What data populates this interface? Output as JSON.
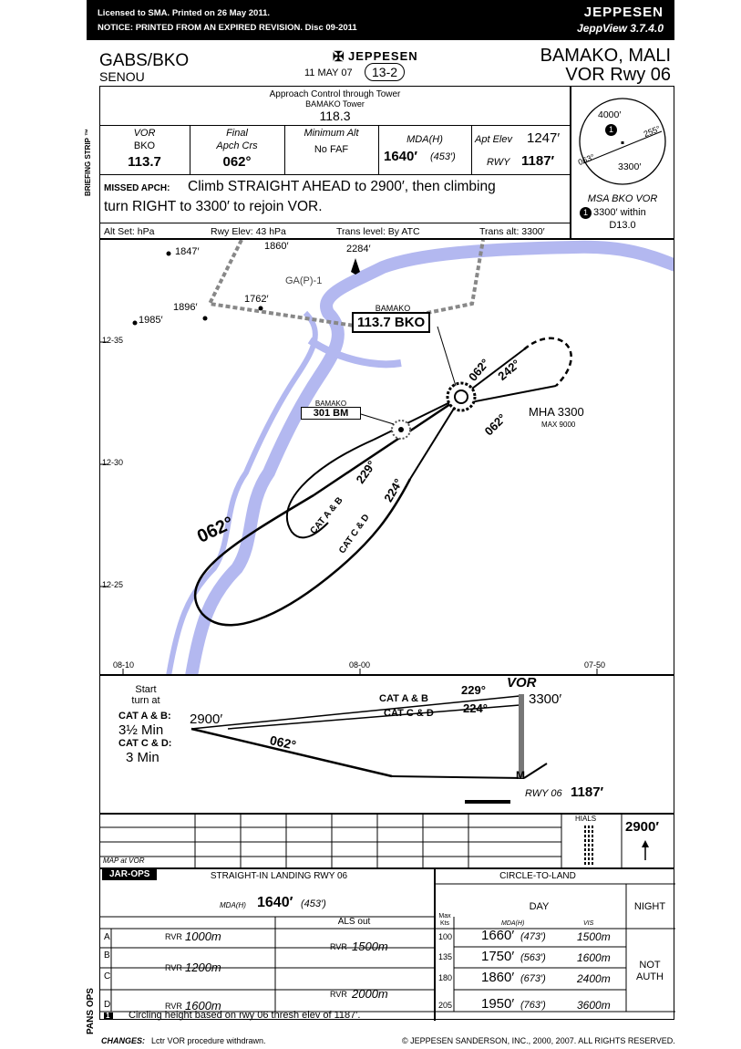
{
  "license": {
    "line1": "Licensed to SMA.  Printed on 26 May 2011.",
    "line2": "NOTICE: PRINTED FROM AN EXPIRED REVISION.  Disc 09-2011",
    "brand": "JEPPESEN",
    "version": "JeppView 3.7.4.0"
  },
  "header": {
    "icao": "GABS/BKO",
    "airport": "SENOU",
    "jepp": "JEPPESEN",
    "date": "11 MAY 07",
    "chart_no": "13-2",
    "city": "BAMAKO, MALI",
    "procedure": "VOR Rwy 06"
  },
  "briefing": {
    "side_label": "BRIEFING STRIP ™",
    "comm_l1": "Approach Control through Tower",
    "comm_l2": "BAMAKO Tower",
    "comm_freq": "118.3",
    "vor_label": "VOR",
    "vor_id": "BKO",
    "vor_freq": "113.7",
    "final_label1": "Final",
    "final_label2": "Apch Crs",
    "final_crs": "062°",
    "minalt_label": "Minimum Alt",
    "minalt": "No FAF",
    "mda_label": "MDA(H)",
    "mda": "1640′",
    "mda_h": "(453′)",
    "aptelev_label": "Apt Elev",
    "aptelev": "1247′",
    "rwy_label": "RWY",
    "rwy_elev": "1187′",
    "missed_label": "MISSED APCH:",
    "missed_l1": "Climb STRAIGHT AHEAD to 2900′, then climbing",
    "missed_l2": "turn RIGHT to 3300′ to rejoin VOR.",
    "altset": "Alt Set: hPa",
    "rwyelev": "Rwy Elev: 43 hPa",
    "translevel": "Trans level: By ATC",
    "transalt": "Trans alt: 3300′"
  },
  "msa": {
    "alt_top": "4000′",
    "alt_bottom": "3300′",
    "brg1": "255°",
    "brg2": "063°",
    "sector_no": "1",
    "title": "MSA BKO VOR",
    "note": "3300′ within",
    "dist": "D13.0"
  },
  "plan": {
    "lat1": "12-35",
    "lat2": "12-30",
    "lat3": "12-25",
    "lon1": "08-10",
    "lon2": "08-00",
    "lon3": "07-50",
    "obs1": "1847′",
    "obs2": "1860′",
    "obs3": "2284′",
    "obs4": "1762′",
    "obs5": "1896′",
    "obs6": "1985′",
    "airspace": "GA(P)-1",
    "vor_name": "BAMAKO",
    "vor_box": "113.7 BKO",
    "ndb_name": "BAMAKO",
    "ndb_box": "301 BM",
    "hold_in": "242°",
    "hold_out": "062°",
    "hold_leg": "062°",
    "mha": "MHA 3300",
    "max": "MAX 9000",
    "crs_ab": "229°",
    "crs_cd": "224°",
    "cat_ab": "CAT A & B",
    "cat_cd": "CAT C & D",
    "final_big": "062°"
  },
  "profile": {
    "start1": "Start",
    "start2": "turn at",
    "catab": "CAT A & B:",
    "catab_min": "3½ Min",
    "catcd": "CAT C & D:",
    "catcd_min": "3 Min",
    "alt2900": "2900′",
    "alt3300": "3300′",
    "vor": "VOR",
    "cat_ab": "CAT A & B",
    "cat_cd": "CAT C & D",
    "crs_ab": "229°",
    "crs_cd": "224°",
    "crs_final": "062°",
    "m": "M",
    "rwy_label": "RWY 06",
    "rwy_elev": "1187′"
  },
  "conversion": {
    "map_label": "MAP at VOR",
    "hials": "HIALS",
    "missed_alt": "2900′"
  },
  "minimums": {
    "jar": "JAR-OPS",
    "straight_title": "STRAIGHT-IN LANDING RWY 06",
    "mda_label": "MDA(H)",
    "mda": "1640′",
    "mda_h": "(453′)",
    "als_out": "ALS out",
    "circle_title": "CIRCLE-TO-LAND",
    "day": "DAY",
    "night": "NIGHT",
    "max_kts": "Max Kts",
    "mdah_col": "MDA(H)",
    "vis_col": "VIS",
    "not_auth1": "NOT",
    "not_auth2": "AUTH",
    "side": "PANS OPS",
    "rows": [
      {
        "cat": "A",
        "rvr": "1000m",
        "kts": "100",
        "mda": "1660′",
        "h": "(473′)",
        "vis": "1500m"
      },
      {
        "cat": "B",
        "rvr": "1200m",
        "kts": "135",
        "mda": "1750′",
        "h": "(563′)",
        "vis": "1600m"
      },
      {
        "cat": "C",
        "rvr": "",
        "kts": "180",
        "mda": "1860′",
        "h": "(673′)",
        "vis": "2400m"
      },
      {
        "cat": "D",
        "rvr": "1600m",
        "kts": "205",
        "mda": "1950′",
        "h": "(763′)",
        "vis": "3600m"
      }
    ],
    "rvr_prefix": "RVR",
    "als_ab": "1500m",
    "als_cd": "2000m",
    "note_no": "1",
    "note": "Circling height based on rwy 06 thresh elev of 1187′."
  },
  "footer": {
    "changes_label": "CHANGES:",
    "changes": "Lctr VOR procedure withdrawn.",
    "copyright": "© JEPPESEN SANDERSON, INC., 2000, 2007. ALL RIGHTS RESERVED."
  }
}
